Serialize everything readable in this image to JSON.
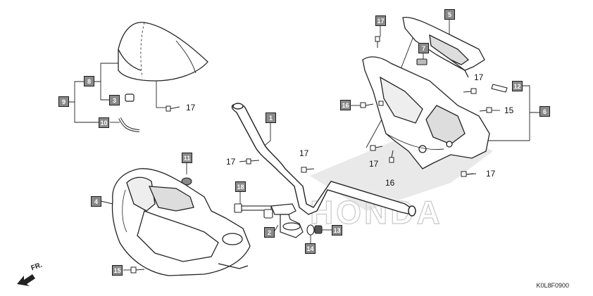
{
  "diagram": {
    "code": "K0L8F0900",
    "direction_label": "FR.",
    "watermark": "HONDA",
    "callouts": [
      {
        "id": "c1",
        "label": "1"
      },
      {
        "id": "c2",
        "label": "2"
      },
      {
        "id": "c3",
        "label": "3"
      },
      {
        "id": "c4",
        "label": "4"
      },
      {
        "id": "c5",
        "label": "5"
      },
      {
        "id": "c6",
        "label": "6"
      },
      {
        "id": "c7",
        "label": "7"
      },
      {
        "id": "c8",
        "label": "8"
      },
      {
        "id": "c9",
        "label": "9"
      },
      {
        "id": "c10",
        "label": "10"
      },
      {
        "id": "c11",
        "label": "11"
      },
      {
        "id": "c12",
        "label": "12"
      },
      {
        "id": "c13",
        "label": "13"
      },
      {
        "id": "c14",
        "label": "14"
      },
      {
        "id": "c15",
        "label": "15"
      },
      {
        "id": "c16",
        "label": "16"
      },
      {
        "id": "c17",
        "label": "17"
      },
      {
        "id": "c18",
        "label": "18"
      }
    ],
    "plain_labels": {
      "p17a": "17",
      "p17b": "17",
      "p17c": "17",
      "p17d": "17",
      "p17e": "17",
      "p15": "15",
      "p16": "16"
    }
  }
}
